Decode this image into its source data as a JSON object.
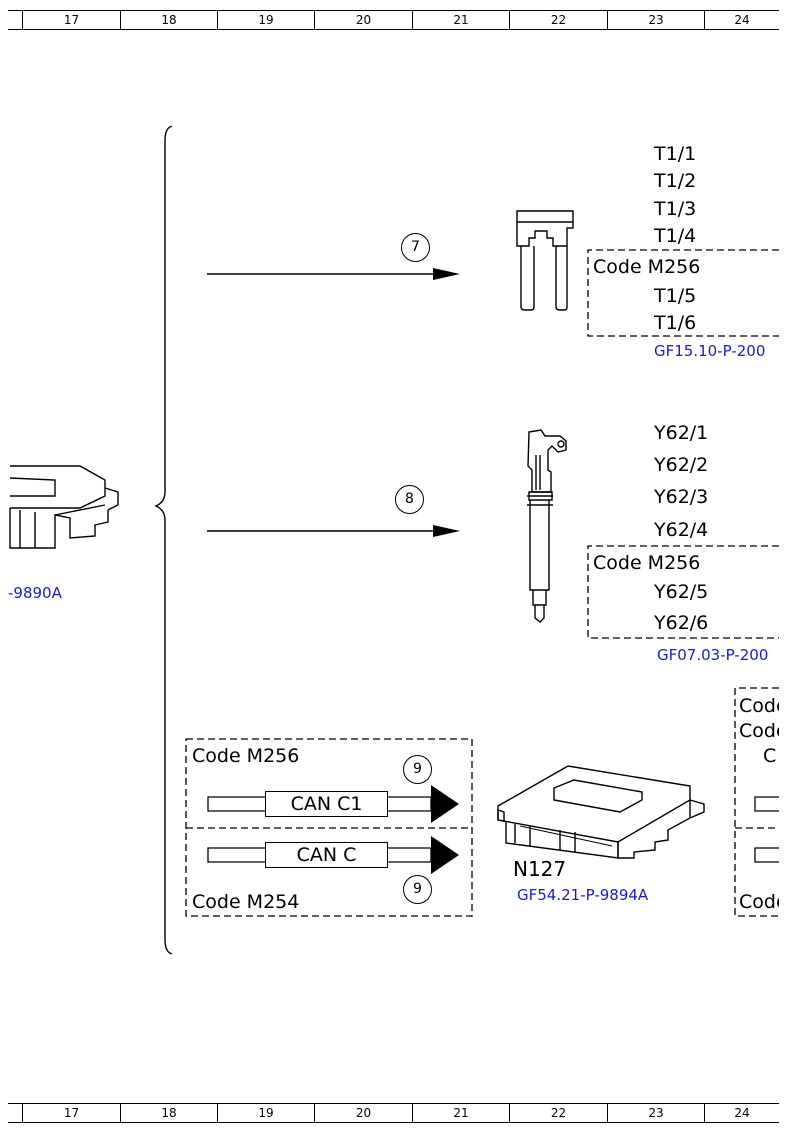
{
  "ruler": {
    "columns": [
      "17",
      "18",
      "19",
      "20",
      "21",
      "22",
      "23",
      "24"
    ]
  },
  "left_ref": "-9890A",
  "group1": {
    "step": "7",
    "labels": [
      "T1/1",
      "T1/2",
      "T1/3",
      "T1/4"
    ],
    "code": "Code M256",
    "code_labels": [
      "T1/5",
      "T1/6"
    ],
    "ref": "GF15.10-P-200"
  },
  "group2": {
    "step": "8",
    "labels": [
      "Y62/1",
      "Y62/2",
      "Y62/3",
      "Y62/4"
    ],
    "code": "Code M256",
    "code_labels": [
      "Y62/5",
      "Y62/6"
    ],
    "ref": "GF07.03-P-200"
  },
  "group3": {
    "code_top": "Code M256",
    "code_bottom": "Code M254",
    "can_c1": "CAN C1",
    "can_c": "CAN C",
    "step_top": "9",
    "step_bottom": "9",
    "device": "N127",
    "ref": "GF54.21-P-9894A"
  },
  "cut_right": {
    "code_a": "Code",
    "code_b": "Code",
    "c": "C",
    "code_c": "Code"
  }
}
